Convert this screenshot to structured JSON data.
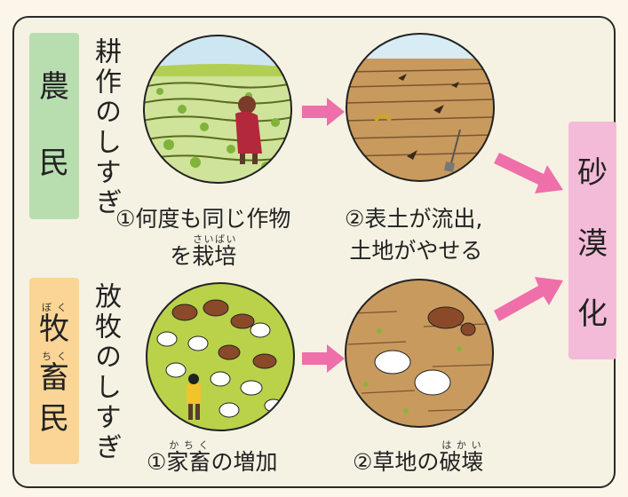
{
  "farmer": {
    "label_chars": [
      "農",
      "民"
    ],
    "side_text": "耕作のしすぎ",
    "step1_line1": "①何度も同じ作物",
    "step1_line2_pre": "を",
    "step1_ruby_base": "栽培",
    "step1_ruby_text": "さいばい",
    "step2_line1": "②表土が流出,",
    "step2_line2": "土地がやせる"
  },
  "herder": {
    "char1": "牧",
    "char1_ruby": "ぼく",
    "char2": "畜",
    "char2_ruby": "ちく",
    "char3": "民",
    "side_text": "放牧のしすぎ",
    "step1_num": "①",
    "step1_ruby_base": "家畜",
    "step1_ruby_text": "かちく",
    "step1_rest": "の増加",
    "step2_pre": "②草地の",
    "step2_ruby_base": "破壊",
    "step2_ruby_text": "はかい"
  },
  "result": {
    "chars": [
      "砂",
      "漠",
      "化"
    ]
  },
  "colors": {
    "farmer_box": "#b8deb0",
    "herder_box": "#fbd596",
    "result_box": "#f4bbd8",
    "arrow": "#ee6fa9",
    "grass": "#b9d24a",
    "soil": "#c99a5e"
  }
}
